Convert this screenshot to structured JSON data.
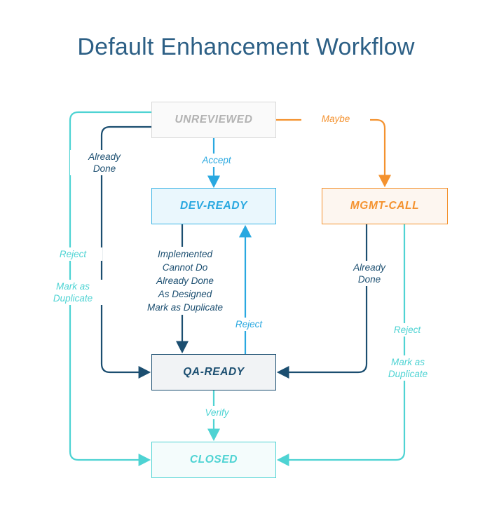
{
  "diagram": {
    "title": "Default Enhancement Workflow",
    "type": "flowchart",
    "colors": {
      "title": "#2c5f85",
      "unreviewed": "#b3b3b3",
      "dev_ready": "#29a8e0",
      "mgmt_call": "#f4922f",
      "qa_ready": "#1b4e70",
      "closed": "#4ed3d3",
      "background": "#ffffff"
    },
    "nodes": [
      {
        "id": "unreviewed",
        "label": "UNREVIEWED",
        "color": "#b3b3b3",
        "fill": "#fafafa",
        "border": "#d8d8d8"
      },
      {
        "id": "dev_ready",
        "label": "DEV-READY",
        "color": "#29a8e0",
        "fill": "#eaf7fd",
        "border": "#3cb4e5"
      },
      {
        "id": "mgmt_call",
        "label": "MGMT-CALL",
        "color": "#f4922f",
        "fill": "#fdf6f0",
        "border": "#f4922f"
      },
      {
        "id": "qa_ready",
        "label": "QA-READY",
        "color": "#1b4e70",
        "fill": "#f1f3f5",
        "border": "#1b4e70"
      },
      {
        "id": "closed",
        "label": "CLOSED",
        "color": "#4ed3d3",
        "fill": "#f4fcfc",
        "border": "#4ed3d3"
      }
    ],
    "edges": [
      {
        "id": "accept",
        "from": "unreviewed",
        "to": "dev_ready",
        "label": "Accept",
        "color": "#29a8e0"
      },
      {
        "id": "maybe",
        "from": "unreviewed",
        "to": "mgmt_call",
        "label": "Maybe",
        "color": "#f4922f"
      },
      {
        "id": "dev_actions",
        "from": "dev_ready",
        "to": "qa_ready",
        "label": "Implemented\nCannot Do\nAlready Done\nAs Designed\nMark as Duplicate",
        "color": "#1b4e70"
      },
      {
        "id": "reject_up",
        "from": "qa_ready",
        "to": "dev_ready",
        "label": "Reject",
        "color": "#29a8e0"
      },
      {
        "id": "verify",
        "from": "qa_ready",
        "to": "closed",
        "label": "Verify",
        "color": "#4ed3d3"
      },
      {
        "id": "already_left",
        "from": "unreviewed",
        "to": "qa_ready",
        "label": "Already\nDone",
        "color": "#1b4e70"
      },
      {
        "id": "reject_left",
        "from": "unreviewed",
        "to": "closed",
        "label": "Reject",
        "color": "#4ed3d3"
      },
      {
        "id": "dup_left",
        "from": "unreviewed",
        "to": "closed",
        "label": "Mark as\nDuplicate",
        "color": "#4ed3d3"
      },
      {
        "id": "already_right",
        "from": "mgmt_call",
        "to": "qa_ready",
        "label": "Already\nDone",
        "color": "#1b4e70"
      },
      {
        "id": "reject_right",
        "from": "mgmt_call",
        "to": "closed",
        "label": "Reject",
        "color": "#4ed3d3"
      },
      {
        "id": "dup_right",
        "from": "mgmt_call",
        "to": "closed",
        "label": "Mark as\nDuplicate",
        "color": "#4ed3d3"
      }
    ]
  }
}
